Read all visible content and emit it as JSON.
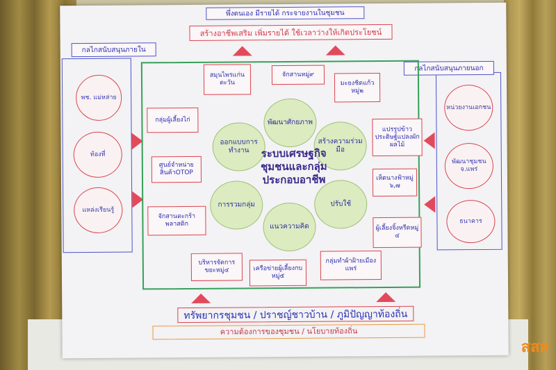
{
  "top": {
    "line1": "พึ่งตนเอง มีรายได้ กระจายงานในชุมชน",
    "line2": "สร้างอาชีพเสริม เพิ่มรายได้ ใช้เวลาว่างให้เกิดประโยชน์"
  },
  "left_panel": {
    "title": "กลไกสนับสนุนภายใน",
    "circles": [
      "พช. แม่หล่าย",
      "ท้องที่",
      "แหล่งเรียนรู้"
    ]
  },
  "right_panel": {
    "title": "กลไกสนับสนุนภายนอก",
    "circles": [
      "หน่วยงานเอกชน",
      "พัฒนาชุมชน จ.แพร่",
      "ธนาคาร"
    ]
  },
  "center": {
    "title": "ระบบเศรษฐกิจชุมชนและกลุ่มประกอบอาชีพ",
    "petals": [
      "พัฒนาศักยภาพ",
      "สร้างความร่วมมือ",
      "ปรับใช้",
      "แนวความคิด",
      "การรวมกลุ่ม",
      "ออกแบบการทำงาน"
    ]
  },
  "boxes": {
    "b1": "สมุนไพรแก่นตะวัน",
    "b2": "จักสานหมู่๙",
    "b3": "มะยงชิดแก้วหมู่๒",
    "b4": "กลุ่มผู้เลี้ยงไก่",
    "b5": "ศูนย์จำหน่ายสินค้าOTOP",
    "b6": "แปรรูปข้าวประดิษฐ์แปลงผักผลไม้",
    "b7": "เห็ดนางฟ้าหมู่ ๖,๗",
    "b8": "จักสานตะกร้าพลาสติก",
    "b9": "ผู้เลี้ยงจิ้งหรีดหมู่ ๔",
    "b10": "บริหารจัดการขยะหมู่๔",
    "b11": "เครือข่ายผู้เลี้ยงกบ หมู่๕",
    "b12": "กลุ่มทำผ้าฝ้ายเมืองแพร่"
  },
  "bottom": {
    "line1": "ทรัพยากรชุมชน / ปราชญ์ชาวบ้าน / ภูมิปัญญาท้องถิ่น",
    "line2": "ความต้องการของชุมชน / นโยบายท้องถิ่น"
  },
  "logo": "สสส",
  "colors": {
    "red": "#d9434f",
    "blue": "#2c2fb0",
    "green": "#35a05a"
  }
}
